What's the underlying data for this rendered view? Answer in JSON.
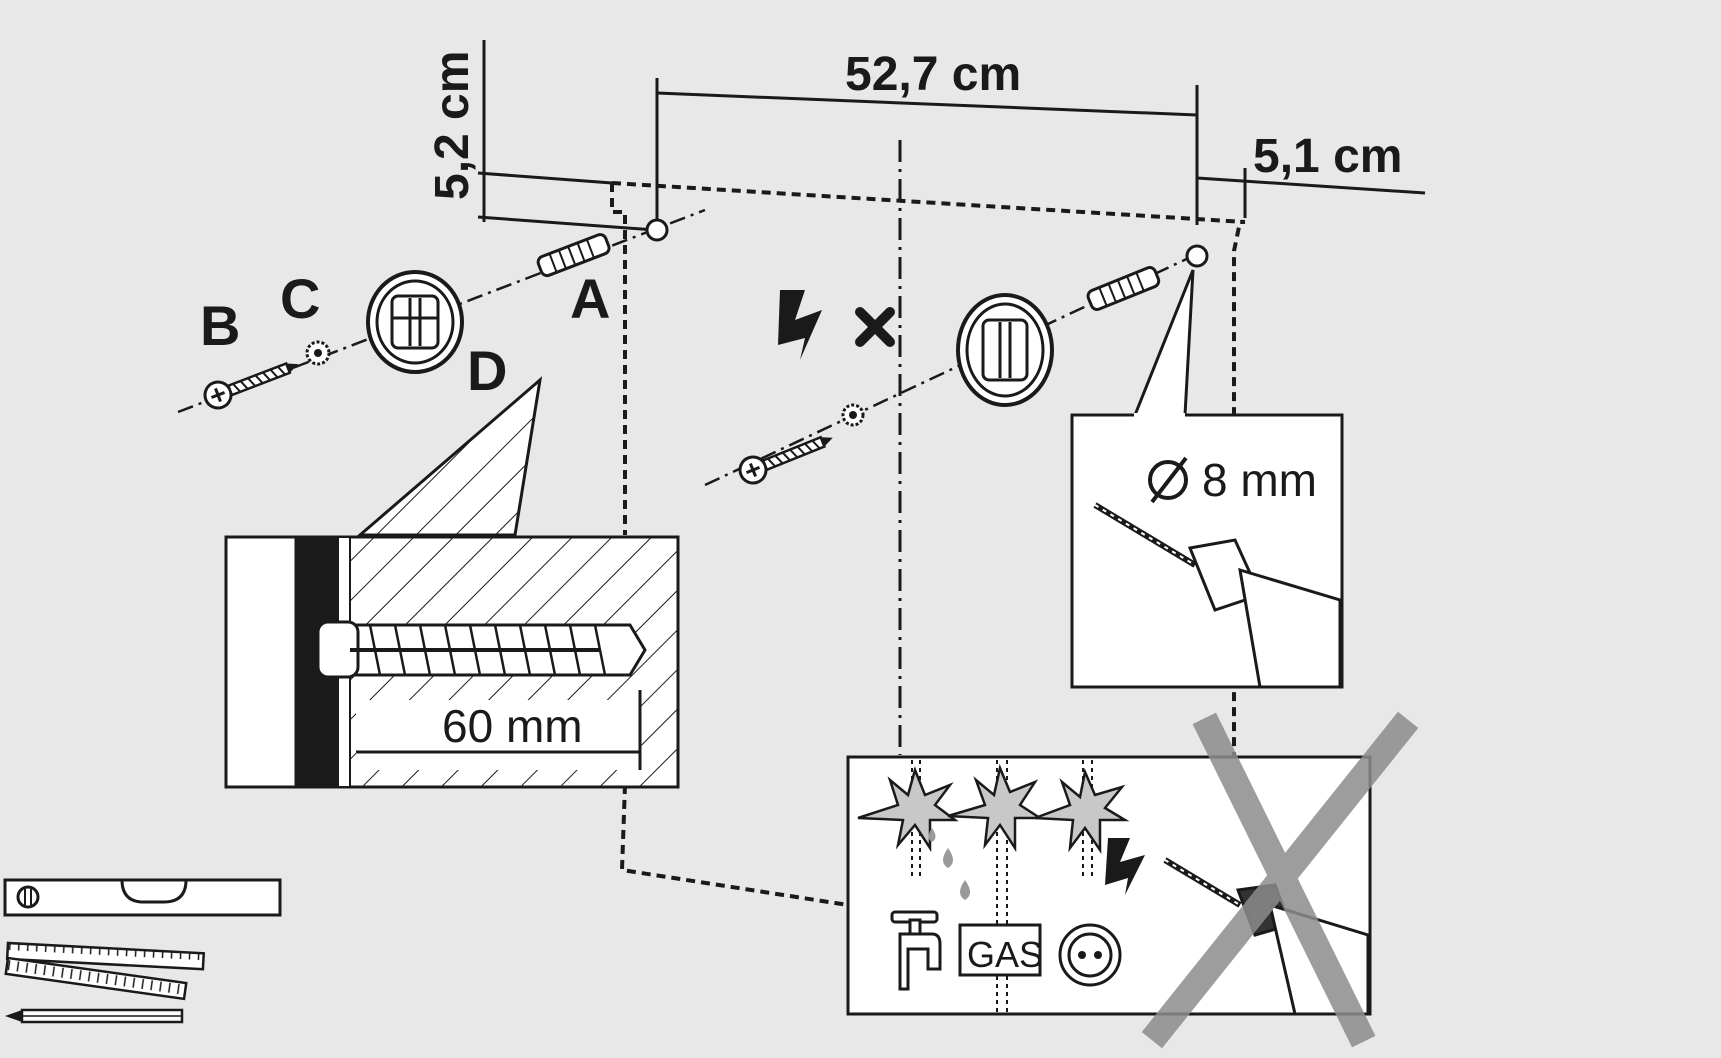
{
  "dimensions": {
    "width": "52,7 cm",
    "top_offset": "5,2 cm",
    "side_offset": "5,1 cm"
  },
  "parts": {
    "a": "A",
    "b": "B",
    "c": "C",
    "d": "D"
  },
  "depth_label": "60 mm",
  "drill_diameter": "8 mm",
  "hazards": {
    "gas": "GAS"
  },
  "icons": [
    "spirit-level-icon",
    "folding-ruler-icon",
    "pencil-icon",
    "lightning-icon",
    "cross-icon",
    "drill-icon",
    "water-tap-icon",
    "gas-icon",
    "socket-icon",
    "spark-icon",
    "prohibited-cross-icon"
  ],
  "colors": {
    "background": "#e8e8e8",
    "ink": "#1a1a1a",
    "panel": "#ffffff",
    "prohibit": "#8c8c8c",
    "spark_fill": "#c8c8c8"
  }
}
